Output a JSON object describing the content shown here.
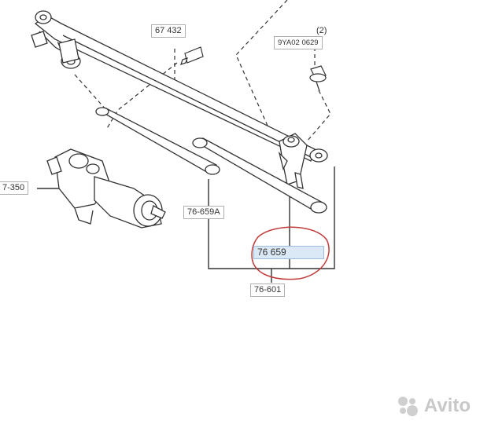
{
  "parts": {
    "bolt_top": "67 432",
    "bolt_right": "9YA02 0629",
    "qty_note": "(2)",
    "motor": "7-350",
    "link_a": "76-659A",
    "link_highlight": "76 659",
    "assembly": "76-601"
  },
  "watermark": {
    "brand": "Avito",
    "icon": "avito-logo-icon"
  },
  "colors": {
    "line": "#333333",
    "highlight_fill": "#dbe9f7",
    "circle": "#c23a3a",
    "watermark": "#c8c8c8"
  }
}
